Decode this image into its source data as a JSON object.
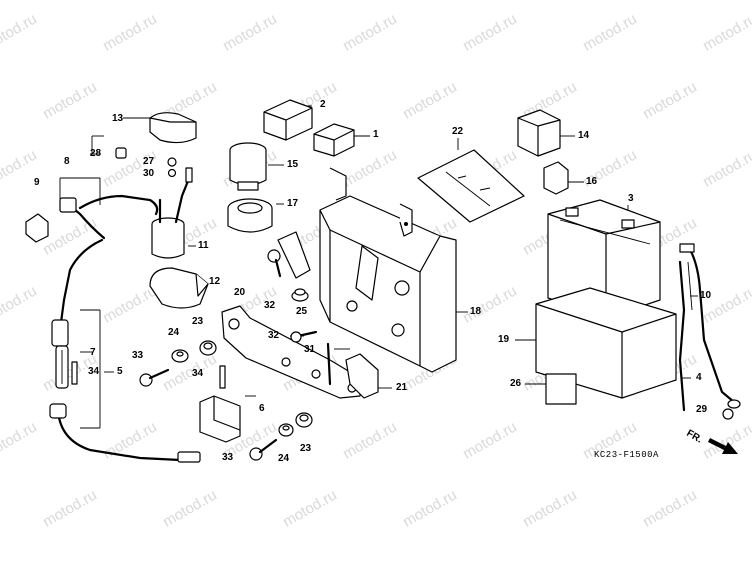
{
  "watermark": {
    "text": "motod.ru"
  },
  "diagram": {
    "reference_code": "KC23-F1500A",
    "direction_marker": "FR.",
    "callouts": {
      "c1": "1",
      "c2": "2",
      "c3": "3",
      "c4": "4",
      "c5": "5",
      "c6": "6",
      "c7": "7",
      "c8": "8",
      "c9": "9",
      "c10": "10",
      "c11": "11",
      "c12": "12",
      "c13": "13",
      "c14": "14",
      "c15": "15",
      "c16": "16",
      "c17": "17",
      "c18": "18",
      "c19": "19",
      "c20": "20",
      "c21": "21",
      "c22": "22",
      "c23a": "23",
      "c23b": "23",
      "c24a": "24",
      "c24b": "24",
      "c25": "25",
      "c26": "26",
      "c27": "27",
      "c28": "28",
      "c29": "29",
      "c30": "30",
      "c31": "31",
      "c32a": "32",
      "c32b": "32",
      "c33a": "33",
      "c33b": "33",
      "c34a": "34",
      "c34b": "34"
    }
  }
}
